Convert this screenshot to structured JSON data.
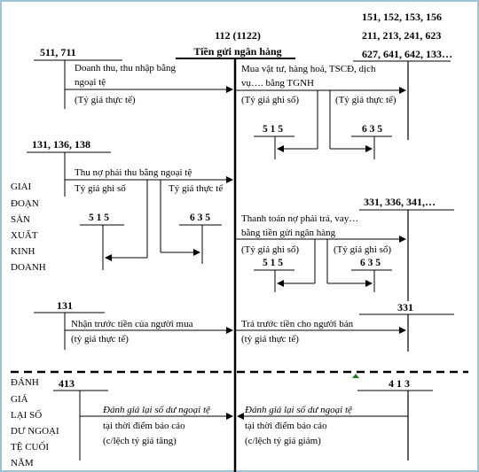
{
  "header": {
    "center_code": "112 (1122)",
    "center_title": "Tiền gửi ngân hàng",
    "right_codes": [
      "151, 152, 153, 156",
      "211, 213, 241, 623",
      "627, 641, 642, 133…"
    ],
    "left_codes": "511, 711"
  },
  "left": {
    "revenue_line1": "Doanh thu, thu nhập bằng",
    "revenue_line2": "ngoại tệ",
    "revenue_rate": "(Tỷ giá thực tế)",
    "recv_codes": "131, 136, 138",
    "collect_label": "Thu nợ phải thu bằng ngoại tệ",
    "collect_book": "Tỷ giá ghi sổ",
    "collect_actual": "Tỷ giá thực tế",
    "c515": "5 1 5",
    "c635": "6 3 5"
  },
  "right": {
    "purchase_line1": "Mua vật tư, hàng hoá, TSCĐ, dịch",
    "purchase_line2": "vụ…. bằng TGNH",
    "purchase_book": "(Tỷ giá ghi sổ)",
    "purchase_actual": "(Tỷ giá thực tế)",
    "p515": "5 1 5",
    "p635": "6 3 5",
    "pay_codes": "331, 336, 341,…",
    "pay_line1": "Thanh toán nợ phải trả, vay…",
    "pay_line2": "bằng tiền gửi ngân hàng",
    "pay_book1": "(Tỷ giá ghi sổ)",
    "pay_book2": "(Tỷ giá ghi sổ)",
    "q515": "5 1 5",
    "q635": "6 3 5"
  },
  "stage_label": [
    "GIAI",
    "ĐOẠN",
    "SẢN",
    "XUẤT",
    "KINH",
    "DOANH"
  ],
  "advance": {
    "left_code": "131",
    "left_label": "Nhận trước tiền của người mua",
    "left_rate": "(tỷ giá thực tế)",
    "right_code": "331",
    "right_label": "Trả trước tiền cho người bán",
    "right_rate": "(tỷ giá thực tế)"
  },
  "revalue_label": [
    "ĐÁNH",
    "GIÁ",
    "LẠI SỐ",
    "DƯ NGOẠI",
    "TỆ CUỐI",
    "NĂM"
  ],
  "revalue": {
    "left_code": "413",
    "left_line1": "Đánh giá lại số dư ngoại tệ",
    "left_line2": "tại thời điểm báo cáo",
    "left_line3": "(c/lệch tỷ giá tăng)",
    "right_code": "4 1 3",
    "right_line1": "Đánh giá lại số dư ngoại tệ",
    "right_line2": "tại thời điểm báo cáo",
    "right_line3": "(c/lệch tỷ giá giảm)"
  }
}
